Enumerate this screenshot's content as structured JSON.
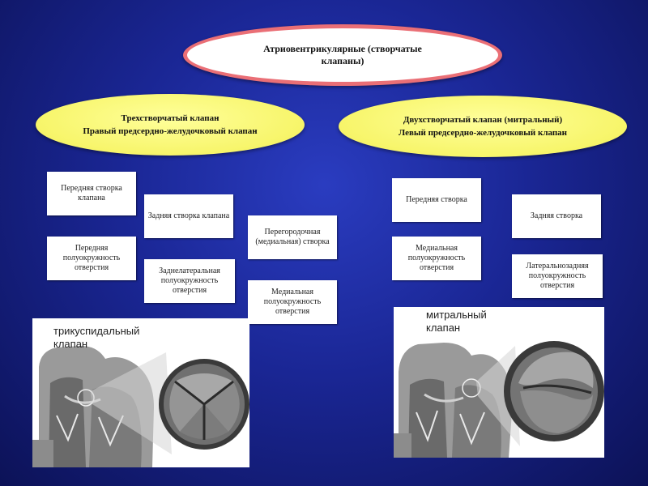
{
  "main_title": "Атриовентрикулярные (створчатые клапаны)",
  "left_oval": {
    "line1": "Трехстворчатый клапан",
    "line2": "Правый предсердно-желудочковый клапан"
  },
  "right_oval": {
    "line1": "Двухстворчатый клапан (митральный)",
    "line2": "Левый предсердно-желудочковый клапан"
  },
  "left_boxes": {
    "anterior_cusp": "Передняя створка клапана",
    "anterior_semicircle": "Передняя полуокружность отверстия",
    "posterior_cusp": "Задняя створка клапана",
    "posterolateral_semicircle": "Заднелатеральная полуокружность отверстия",
    "septal_cusp": "Перегородочная (медиальная) створка",
    "medial_semicircle": "Медиальная полуокружность отверстия"
  },
  "right_boxes": {
    "anterior_cusp": "Передняя створка",
    "medial_semicircle": "Медиальная полуокружность отверстия",
    "posterior_cusp": "Задняя створка",
    "lateroposterior_semicircle": "Латеральнозадняя полуокружность отверстия"
  },
  "images": {
    "tricuspid_label_line1": "трикуспидальный",
    "tricuspid_label_line2": "клапан",
    "mitral_label_line1": "митральный",
    "mitral_label_line2": "клапан"
  },
  "colors": {
    "background": "#1a2694",
    "main_oval_border": "#ea6f76",
    "yellow_oval": "#f7f56a"
  }
}
